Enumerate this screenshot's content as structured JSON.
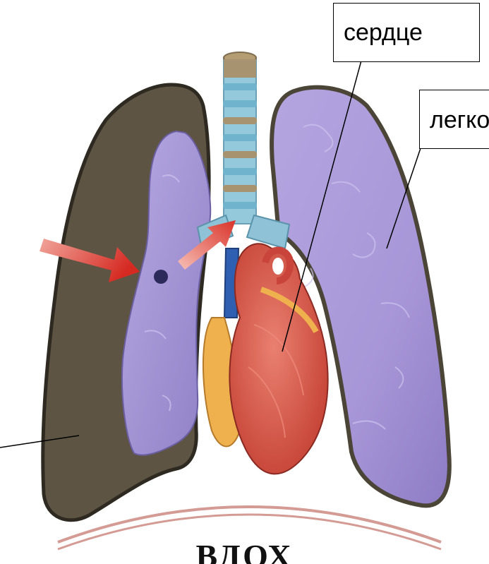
{
  "labels": {
    "heart": "сердце",
    "lung": "легкое"
  },
  "caption": "ВДОХ",
  "colors": {
    "collapsed_cavity": "#5e5443",
    "lung_tissue": "#a393d4",
    "heart_muscle": "#d8594a",
    "heart_fat": "#efb04e",
    "trachea_rings": "#8fc2d6",
    "arrow": "#d93026"
  }
}
